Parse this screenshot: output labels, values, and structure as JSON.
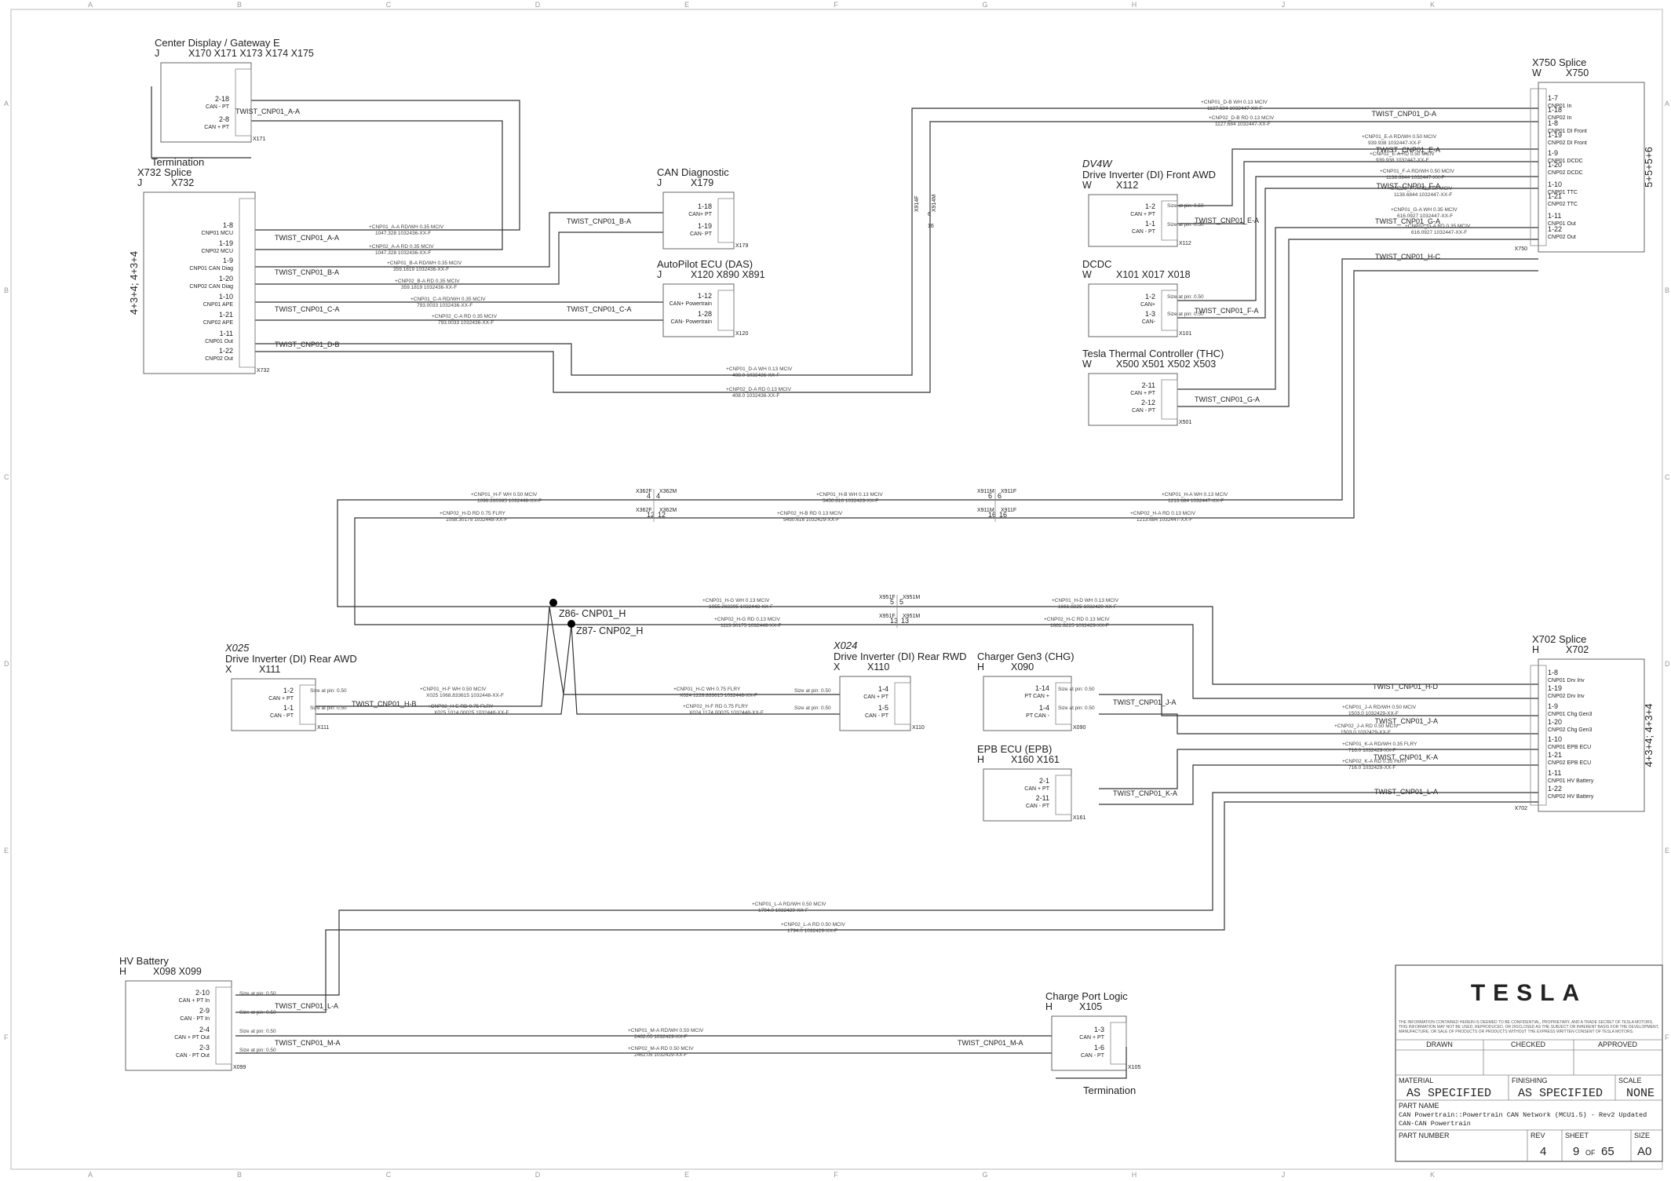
{
  "frame": {
    "cols": [
      "A",
      "B",
      "C",
      "D",
      "E",
      "F",
      "G",
      "H",
      "J",
      "K"
    ],
    "rows": [
      "A",
      "B",
      "C",
      "D",
      "E",
      "F"
    ]
  },
  "components": [
    {
      "id": "center-display",
      "title": "Center Display / Gateway E",
      "letter": "J",
      "conns": "X170   X171   X173   X174   X175",
      "pins": [
        {
          "n": "2-18",
          "l": "CAN - PT"
        },
        {
          "n": "2-8",
          "l": "CAN + PT"
        }
      ],
      "ref": "X171",
      "twists": [
        "TWIST_CNP01_A-A"
      ],
      "note": "Termination"
    },
    {
      "id": "x732-splice",
      "title": "X732 Splice",
      "letter": "J",
      "conns": "X732",
      "pins": [
        {
          "n": "1-8",
          "l": "CNP01 MCU"
        },
        {
          "n": "1-19",
          "l": "CNP02 MCU"
        },
        {
          "n": "1-9",
          "l": "CNP01 CAN Diag"
        },
        {
          "n": "1-20",
          "l": "CNP02 CAN Diag"
        },
        {
          "n": "1-10",
          "l": "CNP01 APE"
        },
        {
          "n": "1-21",
          "l": "CNP02 APE"
        },
        {
          "n": "1-11",
          "l": "CNP01 Out"
        },
        {
          "n": "1-22",
          "l": "CNP02 Out"
        }
      ],
      "ref": "X732",
      "twists": [
        "TWIST_CNP01_A-A",
        "TWIST_CNP01_B-A",
        "TWIST_CNP01_C-A",
        "TWIST_CNP01_D-B"
      ],
      "side": "4+3+4; 4+3+4"
    },
    {
      "id": "can-diagnostic",
      "title": "CAN Diagnostic",
      "letter": "J",
      "conns": "X179",
      "pins": [
        {
          "n": "1-18",
          "l": "CAN+ PT"
        },
        {
          "n": "1-19",
          "l": "CAN- PT"
        }
      ],
      "ref": "X179",
      "twists": [
        "TWIST_CNP01_B-A"
      ]
    },
    {
      "id": "autopilot-ecu",
      "title": "AutoPilot ECU (DAS)",
      "letter": "J",
      "conns": "X120   X890   X891",
      "pins": [
        {
          "n": "1-12",
          "l": "CAN+ Powertrain"
        },
        {
          "n": "1-28",
          "l": "CAN- Powertrain"
        }
      ],
      "ref": "X120",
      "twists": [
        "TWIST_CNP01_C-A"
      ]
    },
    {
      "id": "x750-splice",
      "title": "X750 Splice",
      "letter": "W",
      "conns": "X750",
      "pins": [
        {
          "n": "1-7",
          "l": "CNP01 In"
        },
        {
          "n": "1-18",
          "l": "CNP02 In"
        },
        {
          "n": "1-8",
          "l": "CNP01 DI Front"
        },
        {
          "n": "1-19",
          "l": "CNP02 DI Front"
        },
        {
          "n": "1-9",
          "l": "CNP01 DCDC"
        },
        {
          "n": "1-20",
          "l": "CNP02 DCDC"
        },
        {
          "n": "1-10",
          "l": "CNP01 TTC"
        },
        {
          "n": "1-21",
          "l": "CNP02 TTC"
        },
        {
          "n": "1-11",
          "l": "CNP01 Out"
        },
        {
          "n": "1-22",
          "l": "CNP02 Out"
        }
      ],
      "ref": "X750",
      "twists": [
        "TWIST_CNP01_D-A",
        "TWIST_CNP01_E-A",
        "TWIST_CNP01_F-A",
        "TWIST_CNP01_G-A",
        "TWIST_CNP01_H-C"
      ],
      "side": "5+5+5+6"
    },
    {
      "id": "drive-inverter-front",
      "title": "Drive Inverter (DI) Front AWD",
      "italic": "DV4W",
      "letter": "W",
      "conns": "X112",
      "pins": [
        {
          "n": "1-2",
          "l": "CAN + PT"
        },
        {
          "n": "1-1",
          "l": "CAN - PT"
        }
      ],
      "ref": "X112",
      "twists": [
        "TWIST_CNP01_E-A"
      ]
    },
    {
      "id": "dcdc",
      "title": "DCDC",
      "letter": "W",
      "conns": "X101   X017   X018",
      "pins": [
        {
          "n": "1-2",
          "l": "CAN+"
        },
        {
          "n": "1-3",
          "l": "CAN-"
        }
      ],
      "ref": "X101",
      "twists": [
        "TWIST_CNP01_F-A"
      ]
    },
    {
      "id": "thermal-controller",
      "title": "Tesla Thermal Controller (THC)",
      "letter": "W",
      "conns": "X500   X501   X502   X503",
      "pins": [
        {
          "n": "2-11",
          "l": "CAN + PT"
        },
        {
          "n": "2-12",
          "l": "CAN - PT"
        }
      ],
      "ref": "X501",
      "twists": [
        "TWIST_CNP01_G-A"
      ]
    },
    {
      "id": "drive-inverter-rear-awd",
      "title": "Drive Inverter (DI) Rear AWD",
      "italic": "X025",
      "letter": "X",
      "conns": "X111",
      "pins": [
        {
          "n": "1-2",
          "l": "CAN + PT"
        },
        {
          "n": "1-1",
          "l": "CAN - PT"
        }
      ],
      "ref": "X111",
      "twists": [
        "TWIST_CNP01_H-B"
      ]
    },
    {
      "id": "drive-inverter-rear-rwd",
      "title": "Drive Inverter (DI) Rear RWD",
      "italic": "X024",
      "letter": "X",
      "conns": "X110",
      "pins": [
        {
          "n": "1-4",
          "l": "CAN + PT"
        },
        {
          "n": "1-5",
          "l": "CAN - PT"
        }
      ],
      "ref": "X110",
      "twists": []
    },
    {
      "id": "charger-gen3",
      "title": "Charger Gen3 (CHG)",
      "letter": "H",
      "conns": "X090",
      "pins": [
        {
          "n": "1-14",
          "l": "PT CAN +"
        },
        {
          "n": "1-4",
          "l": "PT CAN -"
        }
      ],
      "ref": "X090",
      "twists": [
        "TWIST_CNP01_J-A"
      ]
    },
    {
      "id": "epb-ecu",
      "title": "EPB ECU (EPB)",
      "letter": "H",
      "conns": "X160   X161",
      "pins": [
        {
          "n": "2-1",
          "l": "CAN + PT"
        },
        {
          "n": "2-11",
          "l": "CAN - PT"
        }
      ],
      "ref": "X161",
      "twists": [
        "TWIST_CNP01_K-A"
      ]
    },
    {
      "id": "x702-splice",
      "title": "X702 Splice",
      "letter": "H",
      "conns": "X702",
      "pins": [
        {
          "n": "1-8",
          "l": "CNP01 Drv Inv"
        },
        {
          "n": "1-19",
          "l": "CNP02 Drv Inv"
        },
        {
          "n": "1-9",
          "l": "CNP01 Chg Gen3"
        },
        {
          "n": "1-20",
          "l": "CNP02 Chg Gen3"
        },
        {
          "n": "1-10",
          "l": "CNP01 EPB ECU"
        },
        {
          "n": "1-21",
          "l": "CNP02 EPB ECU"
        },
        {
          "n": "1-11",
          "l": "CNP01 HV Battery"
        },
        {
          "n": "1-22",
          "l": "CNP02 HV Battery"
        }
      ],
      "ref": "X702",
      "twists": [
        "TWIST_CNP01_H-D",
        "TWIST_CNP01_J-A",
        "TWIST_CNP01_K-A",
        "TWIST_CNP01_L-A"
      ],
      "side": "4+3+4; 4+3+4"
    },
    {
      "id": "hv-battery",
      "title": "HV Battery",
      "letter": "H",
      "conns": "X098   X099",
      "pins": [
        {
          "n": "2-10",
          "l": "CAN + PT In"
        },
        {
          "n": "2-9",
          "l": "CAN - PT In"
        },
        {
          "n": "2-4",
          "l": "CAN + PT Out"
        },
        {
          "n": "2-3",
          "l": "CAN - PT Out"
        }
      ],
      "ref": "X099",
      "twists": [
        "TWIST_CNP01_L-A",
        "TWIST_CNP01_M-A"
      ]
    },
    {
      "id": "charge-port-logic",
      "title": "Charge Port Logic",
      "letter": "H",
      "conns": "X105",
      "pins": [
        {
          "n": "1-3",
          "l": "CAN + PT"
        },
        {
          "n": "1-6",
          "l": "CAN - PT"
        }
      ],
      "ref": "X105",
      "twists": [
        "TWIST_CNP01_M-A"
      ],
      "note": "Termination"
    }
  ],
  "wire_labels": [
    {
      "a": "+CNP01_A-A   RD/WH   0.35   MCIV",
      "b": "1047.328     1032436-XX-F"
    },
    {
      "a": "+CNP02_A-A   RD   0.35   MCIV",
      "b": "1047.328     1032436-XX-F"
    },
    {
      "a": "+CNP01_B-A   RD/WH   0.35   MCIV",
      "b": "359.1819     1032436-XX-F"
    },
    {
      "a": "+CNP02_B-A   RD   0.35   MCIV",
      "b": "359.1819     1032436-XX-F"
    },
    {
      "a": "+CNP01_C-A   RD/WH   0.35   MCIV",
      "b": "793.0033     1032436-XX-F"
    },
    {
      "a": "+CNP02_C-A   RD   0.35   MCIV",
      "b": "793.0033     1032436-XX-F"
    },
    {
      "a": "+CNP01_D-A   WH   0.13   MCIV",
      "b": "408.0     1032436-XX-F"
    },
    {
      "a": "+CNP02_D-A   RD   0.13   MCIV",
      "b": "408.0     1032436-XX-F"
    },
    {
      "a": "+CNP01_D-B   WH   0.13   MCIV",
      "b": "1127.684     1032447-XX-F"
    },
    {
      "a": "+CNP02_D-B   RD   0.13   MCIV",
      "b": "1127.684     1032447-XX-F"
    },
    {
      "a": "+CNP01_E-A   RD/WH   0.50   MCIV",
      "b": "939.938     1032447-XX-F"
    },
    {
      "a": "+CNP02_E-A   RD   0.50   MCIV",
      "b": "939.938     1032447-XX-F"
    },
    {
      "a": "+CNP01_F-A   RD/WH   0.50   MCIV",
      "b": "1138.6844     1032447-XX-F"
    },
    {
      "a": "+CNP02_F-A   RD   0.50   MCIV",
      "b": "1138.6844     1032447-XX-F"
    },
    {
      "a": "+CNP01_G-A   WH   0.35   MCIV",
      "b": "616.0927     1032447-XX-F"
    },
    {
      "a": "+CNP02_G-A   RD   0.35   MCIV",
      "b": "616.0927     1032447-XX-F"
    },
    {
      "a": "+CNP01_H-F   WH   0.50   MCIV",
      "b": "1096.260395     1032448-XX-F"
    },
    {
      "a": "+CNP02_H-D   RD   0.75   FLRY",
      "b": "1058.30175     1032448-XX-F"
    },
    {
      "a": "+CNP01_H-B   WH   0.13   MCIV",
      "b": "5450.616     1032429-XX-F"
    },
    {
      "a": "+CNP02_H-B   RD   0.13   MCIV",
      "b": "5450.616     1032429-XX-F"
    },
    {
      "a": "+CNP01_H-A   WH   0.13   MCIV",
      "b": "1213.684     1032447-XX-F"
    },
    {
      "a": "+CNP02_H-A   RD   0.13   MCIV",
      "b": "1213.684     1032447-XX-F"
    },
    {
      "a": "+CNP01_H-G   WH   0.13   MCIV",
      "b": "1055.268395     1032448-XX-F"
    },
    {
      "a": "+CNP02_H-G   RD   0.13   MCIV",
      "b": "1113.30175     1032448-XX-F"
    },
    {
      "a": "+CNP01_H-D   WH   0.13   MCIV",
      "b": "1661.8225     1032429-XX-F"
    },
    {
      "a": "+CNP02_H-C   RD   0.13   MCIV",
      "b": "1661.8225     1032429-XX-F"
    },
    {
      "a": "+CNP01_H-F   WH   0.50   MCIV",
      "b": "X025   1068.833615   1032448-XX-F"
    },
    {
      "a": "+CNP02_H-E   RD   0.75   FLRY",
      "b": "X025   1014.00025   1032448-XX-F"
    },
    {
      "a": "+CNP01_H-C   WH   0.75   FLRY",
      "b": "X024   1228.833615   1032448-XX-F"
    },
    {
      "a": "+CNP02_H-F   RD   0.75   FLRY",
      "b": "X024   1174.00025   1032448-XX-F"
    },
    {
      "a": "+CNP01_J-A   RD/WH   0.50   MCIV",
      "b": "1503.0     1032429-XX-F"
    },
    {
      "a": "+CNP02_J-A   RD   0.50   MCIV",
      "b": "1503.0     1032429-XX-F"
    },
    {
      "a": "+CNP01_K-A   RD/WH   0.35   FLRY",
      "b": "716.0     1032429-XX-F"
    },
    {
      "a": "+CNP02_K-A   RD   0.35   FLRY",
      "b": "716.0     1032429-XX-F"
    },
    {
      "a": "+CNP01_L-A   RD/WH   0.50   MCIV",
      "b": "1794.0     1032429-XX-F"
    },
    {
      "a": "+CNP02_L-A   RD   0.50   MCIV",
      "b": "1794.0     1032429-XX-F"
    },
    {
      "a": "+CNP01_M-A   RD/WH   0.50   MCIV",
      "b": "2462.05     1032429-XX-F"
    },
    {
      "a": "+CNP02_M-A   RD   0.50   MCIV",
      "b": "2462.05     1032429-XX-F"
    }
  ],
  "inline_connectors": [
    {
      "top": "X362F",
      "top2": "X362M",
      "pin1": "4",
      "pin1b": "4",
      "bot": "X362F",
      "bot2": "X362M",
      "pin2": "12",
      "pin2b": "12"
    },
    {
      "top": "X911M",
      "top2": "X911F",
      "pin1": "6",
      "pin1b": "6",
      "bot": "X911M",
      "bot2": "X911F",
      "pin2": "16",
      "pin2b": "16"
    },
    {
      "top": "X951F",
      "top2": "X951M",
      "pin1": "5",
      "pin1b": "5",
      "bot": "X951F",
      "bot2": "X951M",
      "pin2": "13",
      "pin2b": "13"
    },
    {
      "top": "X914F",
      "top2": "X914M",
      "pin1": "6",
      "pin1b": "6",
      "bot": "X914F",
      "bot2": "X914M",
      "pin2": "16",
      "pin2b": "16"
    }
  ],
  "splices": [
    {
      "label": "Z86- CNP01_H"
    },
    {
      "label": "Z87- CNP02_H"
    }
  ],
  "size_note": "Size at pin: 0.50",
  "title_block": {
    "logo": "TESLA",
    "disclaimer": "THE INFORMATION CONTAINED HEREIN IS DEEMED TO BE CONFIDENTIAL, PROPRIETARY, AND A TRADE SECRET OF TESLA MOTORS. THIS INFORMATION MAY NOT BE USED, REPRODUCED, OR DISCLOSED AS THE SUBJECT OR INHERENT BASIS FOR THE DEVELOPMENT, MANUFACTURE, OR SALE OF PRODUCTS OR PRODUCTS WITHOUT THE EXPRESS WRITTEN CONSENT OF TESLA MOTORS.",
    "drawn": "DRAWN",
    "checked": "CHECKED",
    "approved": "APPROVED",
    "material_label": "MATERIAL",
    "material": "AS SPECIFIED",
    "finishing_label": "FINISHING",
    "finishing": "AS SPECIFIED",
    "scale_label": "SCALE",
    "scale": "NONE",
    "part_name_label": "PART NAME",
    "part_name_1": "CAN Powertrain::Powertrain CAN Network (MCU1.5) - Rev2 Updated",
    "part_name_2": "CAN-CAN Powertrain",
    "part_number_label": "PART NUMBER",
    "rev_label": "REV",
    "rev": "4",
    "sheet_label": "SHEET",
    "sheet": "9",
    "sheet_of": "OF",
    "sheet_total": "65",
    "size_label": "SIZE",
    "size": "A0"
  }
}
